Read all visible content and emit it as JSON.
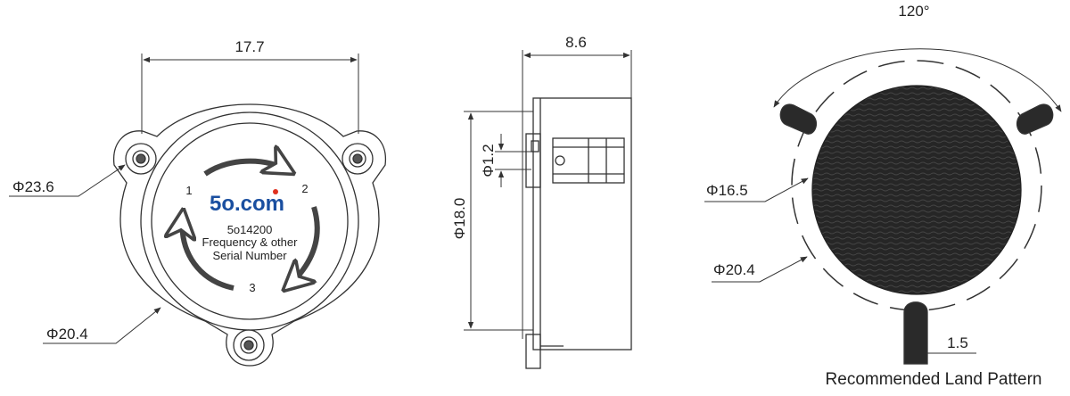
{
  "top_view": {
    "width_dim": "17.7",
    "outer_dia": "Φ23.6",
    "body_dia": "Φ20.4",
    "pin_numbers": [
      "1",
      "2",
      "3"
    ],
    "logo": "5o.com",
    "part_number": "5o14200",
    "note_line1": "Frequency & other",
    "note_line2": "Serial Number"
  },
  "side_view": {
    "height_dim": "8.6",
    "body_dia": "Φ18.0",
    "pin_dia": "Φ1.2"
  },
  "land_pattern": {
    "angle": "120°",
    "pad_dia": "Φ16.5",
    "circle_dia": "Φ20.4",
    "pad_width": "1.5",
    "caption": "Recommended Land Pattern"
  },
  "colors": {
    "line": "#333333",
    "fill_dark": "#2a2a2a",
    "accent_blue": "#1a4fa0",
    "accent_red": "#e0301e"
  }
}
